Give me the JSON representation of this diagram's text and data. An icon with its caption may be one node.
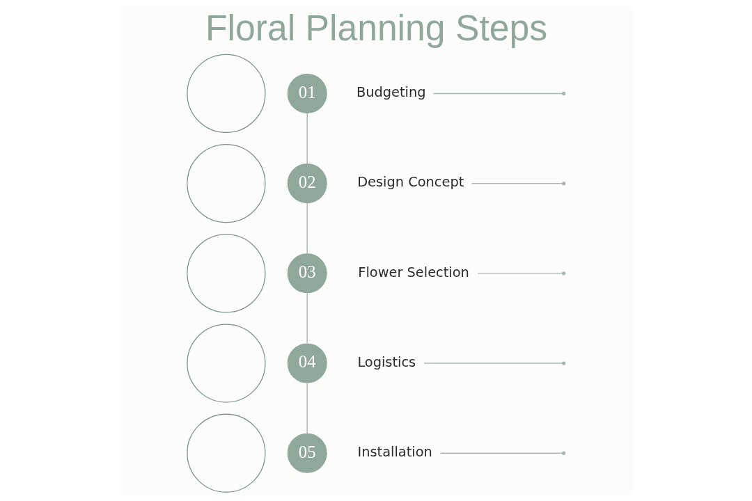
{
  "diagram": {
    "title": "Floral Planning Steps",
    "nodes": [
      {
        "text": [],
        "shape": "circle"
      },
      {
        "text": [
          "01"
        ]
      },
      {
        "text": [
          "Budgeting"
        ]
      },
      {
        "text": [],
        "shape": "circle"
      },
      {
        "text": [
          "02"
        ]
      },
      {
        "text": [
          "Design Concept"
        ]
      },
      {
        "text": [],
        "shape": "circle"
      },
      {
        "text": [
          "03"
        ]
      },
      {
        "text": [
          "Flower Selection"
        ]
      },
      {
        "text": [],
        "shape": "circle"
      },
      {
        "text": [
          "04"
        ]
      },
      {
        "text": [
          "Logistics"
        ]
      },
      {
        "text": [],
        "shape": "circle"
      },
      {
        "text": [
          "05"
        ]
      },
      {
        "text": [
          "Installation"
        ]
      }
    ],
    "edges": [
      {
        "from": 2,
        "to": null,
        "arrow": "other"
      },
      {
        "from": 1,
        "to": 4,
        "arrow": "none"
      },
      {
        "from": 5,
        "to": null,
        "arrow": "other"
      },
      {
        "from": 4,
        "to": 7,
        "arrow": "none"
      },
      {
        "from": 8,
        "to": null,
        "arrow": "other"
      },
      {
        "from": 7,
        "to": 10,
        "arrow": "none"
      },
      {
        "from": 11,
        "to": null,
        "arrow": "other"
      },
      {
        "from": 10,
        "to": 13,
        "arrow": "none"
      },
      {
        "from": 14,
        "to": null,
        "arrow": "other"
      }
    ]
  }
}
